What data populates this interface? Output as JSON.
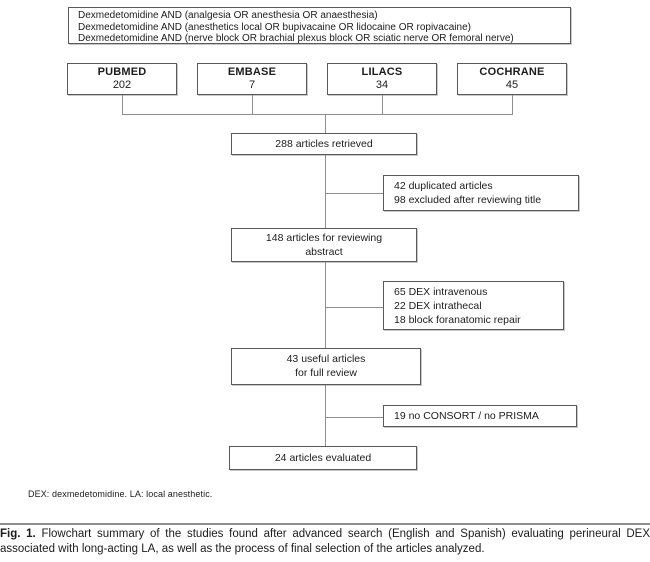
{
  "query_box": {
    "lines": [
      "Dexmedetomidine AND (analgesia OR anesthesia OR anaesthesia)",
      "Dexmedetomidine AND (anesthetics local OR bupivacaine OR lidocaine OR ropivacaine)",
      "Dexmedetomidine AND (nerve block OR brachial plexus block OR sciatic nerve OR femoral nerve)"
    ]
  },
  "databases": [
    {
      "name": "PUBMED",
      "count": "202"
    },
    {
      "name": "EMBASE",
      "count": "7"
    },
    {
      "name": "LILACS",
      "count": "34"
    },
    {
      "name": "COCHRANE",
      "count": "45"
    }
  ],
  "flow": {
    "retrieved": "288 articles retrieved",
    "abstract_line1": "148 articles for reviewing",
    "abstract_line2": "abstract",
    "full_review_line1": "43 useful articles",
    "full_review_line2": "for full review",
    "evaluated": "24 articles evaluated"
  },
  "exclusions": {
    "first": {
      "line1": "42 duplicated articles",
      "line2": "98 excluded after reviewing title"
    },
    "second": {
      "line1": "65 DEX intravenous",
      "line2": "22 DEX intrathecal",
      "line3": "18 block foranatomic repair"
    },
    "third": {
      "line1": "19 no CONSORT / no PRISMA"
    }
  },
  "footnote": "DEX: dexmedetomidine. LA: local anesthetic.",
  "caption": {
    "label": "Fig. 1.",
    "text": " Flowchart summary of the studies found after advanced search (English and Spanish) evaluating perineural DEX associated with long-acting LA, as well as the process of final selection of the articles analyzed."
  },
  "colors": {
    "box_border": "#5a5a5a",
    "connector_line": "#8f8f8f",
    "text": "#1c1c1c",
    "background": "#ffffff"
  }
}
